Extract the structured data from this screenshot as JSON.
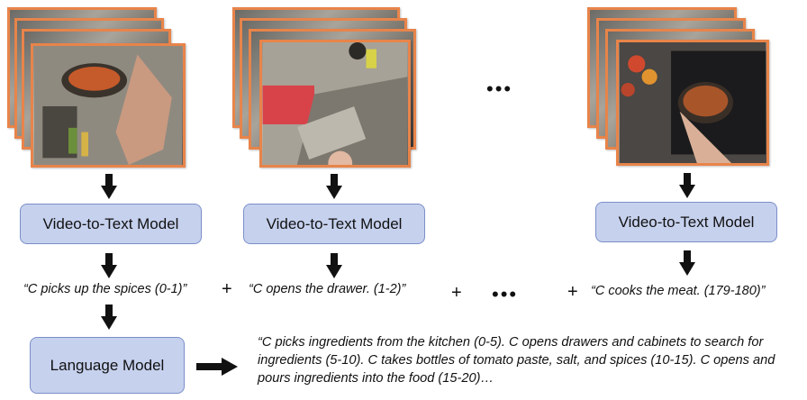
{
  "columns": [
    {
      "model_label": "Video-to-Text Model",
      "caption": "“C picks up the spices (0-1)”"
    },
    {
      "model_label": "Video-to-Text Model",
      "caption": "“C opens the drawer. (1-2)”"
    },
    {
      "model_label": "Video-to-Text Model",
      "caption": "“C cooks the meat. (179-180)”"
    }
  ],
  "ellipsis_frames": "•••",
  "ellipsis_captions": "•••",
  "plus_sign": "+",
  "language_model_label": "Language Model",
  "summary_text": "“C picks ingredients from the kitchen (0-5). C opens drawers and cabinets to search for ingredients (5-10). C takes bottles of tomato paste, salt, and spices (10-15). C opens and pours ingredients into the food (15-20)…",
  "colors": {
    "frame_border": "#e8844a",
    "box_fill": "#c6d1ee",
    "box_border": "#7b8fc9"
  }
}
